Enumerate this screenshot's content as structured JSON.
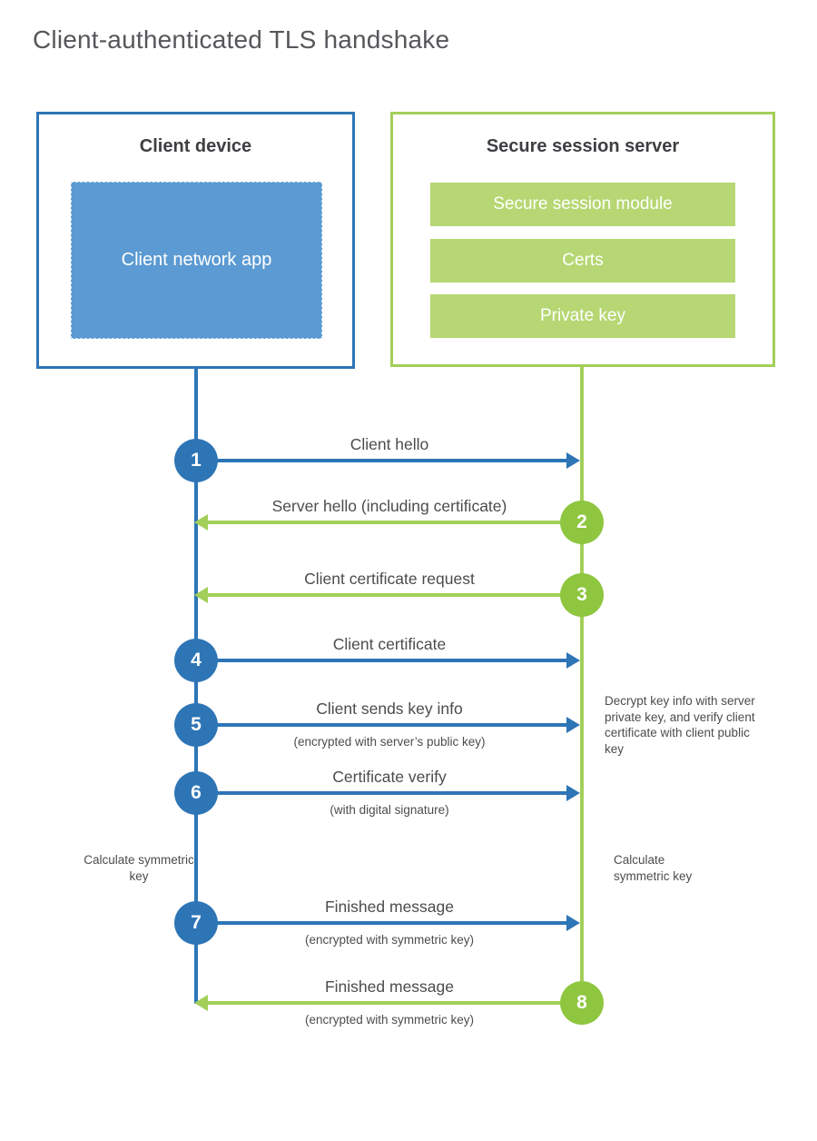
{
  "title": "Client-authenticated TLS handshake",
  "colors": {
    "blue": "#2e75b6",
    "blue_fill": "#5b9ad2",
    "green_line": "#a3cf58",
    "green_circle": "#8ec63f",
    "green_bar": "#b6d773",
    "title_text": "#56575b",
    "heading_text": "#3e3f42",
    "label_text": "#4b4c4e"
  },
  "client_box": {
    "title": "Client device",
    "app_label": "Client network app"
  },
  "server_box": {
    "title": "Secure session server",
    "modules": [
      "Secure session module",
      "Certs",
      "Private key"
    ]
  },
  "steps": [
    {
      "num": "1",
      "label": "Client hello",
      "direction": "client-to-server"
    },
    {
      "num": "2",
      "label": "Server hello (including certificate)",
      "direction": "server-to-client"
    },
    {
      "num": "3",
      "label": "Client certificate request",
      "direction": "server-to-client"
    },
    {
      "num": "4",
      "label": "Client certificate",
      "direction": "client-to-server"
    },
    {
      "num": "5",
      "label": "Client sends key info",
      "sublabel": "(encrypted with server’s public key)",
      "direction": "client-to-server"
    },
    {
      "num": "6",
      "label": "Certificate verify",
      "sublabel": "(with digital signature)",
      "direction": "client-to-server"
    },
    {
      "num": "7",
      "label": "Finished message",
      "sublabel": "(encrypted with symmetric key)",
      "direction": "client-to-server"
    },
    {
      "num": "8",
      "label": "Finished message",
      "sublabel": "(encrypted with symmetric key)",
      "direction": "server-to-client"
    }
  ],
  "notes": {
    "decrypt": "Decrypt key info with server private key, and verify client certificate with client public key",
    "calc_left": "Calculate symmetric key",
    "calc_right": "Calculate symmetric key"
  }
}
